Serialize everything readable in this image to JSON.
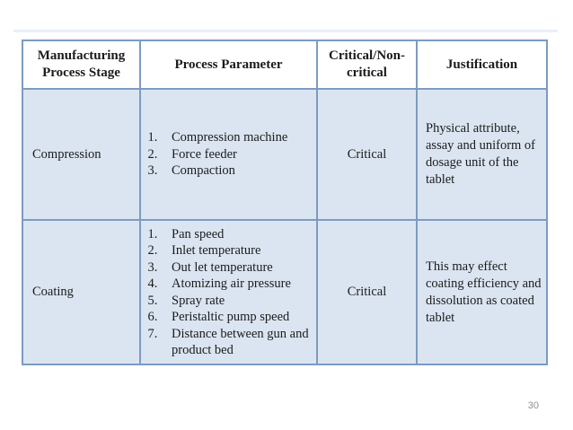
{
  "slide": {
    "page_number": "30",
    "colors": {
      "row_background": "#dbe5f1",
      "inner_border": "#7c9bc1",
      "outer_border": "#54788f",
      "page_number_gray": "#8f8f8f"
    }
  },
  "table": {
    "headers": [
      "Manufacturing Process Stage",
      "Process Parameter",
      "Critical/Non-critical",
      "Justification"
    ],
    "rows": [
      {
        "stage": "Compression",
        "parameters": [
          "Compression machine",
          "Force feeder",
          "Compaction"
        ],
        "criticality": "Critical",
        "justification": "Physical attribute, assay and uniform of dosage unit of the tablet"
      },
      {
        "stage": "Coating",
        "parameters": [
          "Pan speed",
          "Inlet temperature",
          "Out let temperature",
          "Atomizing air pressure",
          "Spray rate",
          "Peristaltic pump speed",
          "Distance between gun and product bed"
        ],
        "criticality": "Critical",
        "justification": "This may effect coating efficiency and dissolution as coated tablet"
      }
    ]
  }
}
